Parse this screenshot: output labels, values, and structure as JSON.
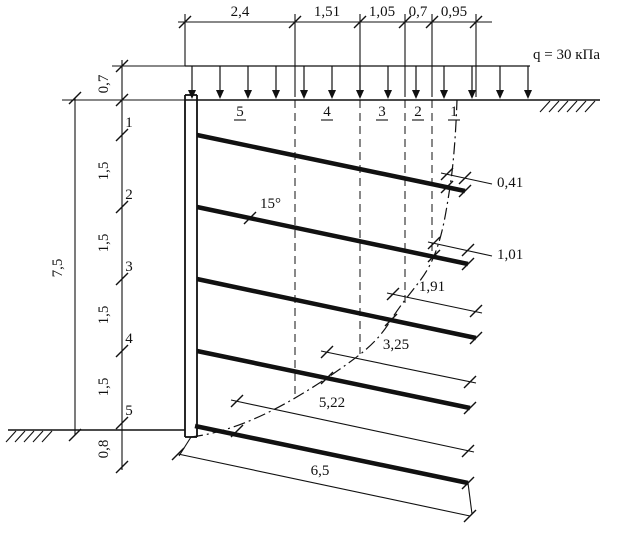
{
  "diagram": {
    "load": {
      "label": "q = 30 кПа"
    },
    "top_dims": [
      "2,4",
      "1,51",
      "1,05",
      "0,7",
      "0,95"
    ],
    "zones": [
      "5",
      "4",
      "3",
      "2",
      "1"
    ],
    "levels": [
      "1",
      "2",
      "3",
      "4",
      "5"
    ],
    "left_dims": {
      "surcharge_offset": "0,7",
      "spacing_1": "1,5",
      "spacing_2": "1,5",
      "spacing_3": "1,5",
      "spacing_4": "1,5",
      "embedment": "0,8",
      "total": "7,5"
    },
    "anchor": {
      "angle": "15°",
      "lengths": [
        "0,41",
        "1,01",
        "1,91",
        "3,25",
        "5,22"
      ],
      "bottom_total": "6,5"
    }
  }
}
